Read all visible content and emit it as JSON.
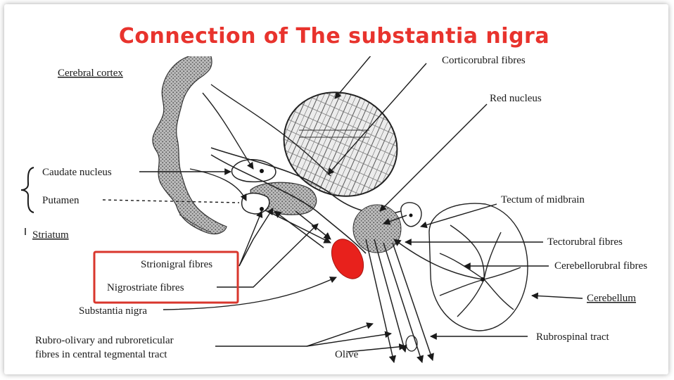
{
  "title": "Connection of The substantia nigra",
  "colors": {
    "title": "#e8332d",
    "highlight_box": "#d9362c",
    "substantia_nigra": "#e8211c",
    "ink": "#1a1a1a",
    "stipple": "#6f6f6f"
  },
  "labels": {
    "cerebral_cortex": "Cerebral cortex",
    "corticorubral_fibres": "Corticorubral fibres",
    "red_nucleus": "Red nucleus",
    "caudate_nucleus": "Caudate nucleus",
    "putamen": "Putamen",
    "striatum": "Striatum",
    "tectum_of_midbrain": "Tectum of midbrain",
    "tectorubral_fibres": "Tectorubral fibres",
    "cerebellorubral_fibres": "Cerebellorubral fibres",
    "cerebellum": "Cerebellum",
    "strionigral_fibres": "Strionigral fibres",
    "nigrostriate_fibres": "Nigrostriate fibres",
    "substantia_nigra": "Substantia nigra",
    "rubro_olivary_line1": "Rubro-olivary and rubroreticular",
    "rubro_olivary_line2": "fibres in central tegmental tract",
    "rubrospinal_tract": "Rubrospinal tract",
    "olive": "Olive"
  },
  "icons": {
    "brace": "left-curly-brace-icon",
    "arrowheads": "arrowhead-icon"
  }
}
